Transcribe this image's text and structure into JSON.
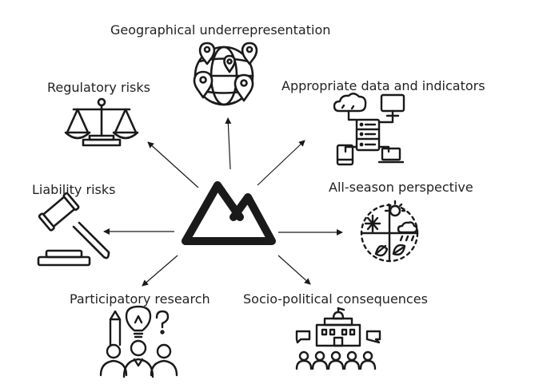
{
  "colors": {
    "ink": "#1a1a1a",
    "background": "#ffffff"
  },
  "center_icon": "mountain-logo-icon",
  "nodes": [
    {
      "id": "geo",
      "label": "Geographical underrepresentation",
      "icon": "globe-map-pins-icon"
    },
    {
      "id": "data",
      "label": "Appropriate data and indicators",
      "icon": "cloud-database-network-icon"
    },
    {
      "id": "season",
      "label": "All-season perspective",
      "icon": "sun-snow-rain-leaf-icon"
    },
    {
      "id": "socio",
      "label": "Socio-political consequences",
      "icon": "town-hall-audience-icon"
    },
    {
      "id": "particip",
      "label": "Participatory research",
      "icon": "people-ideas-icon"
    },
    {
      "id": "liability",
      "label": "Liability risks",
      "icon": "gavel-icon"
    },
    {
      "id": "regulatory",
      "label": "Regulatory risks",
      "icon": "balance-scale-icon"
    }
  ]
}
